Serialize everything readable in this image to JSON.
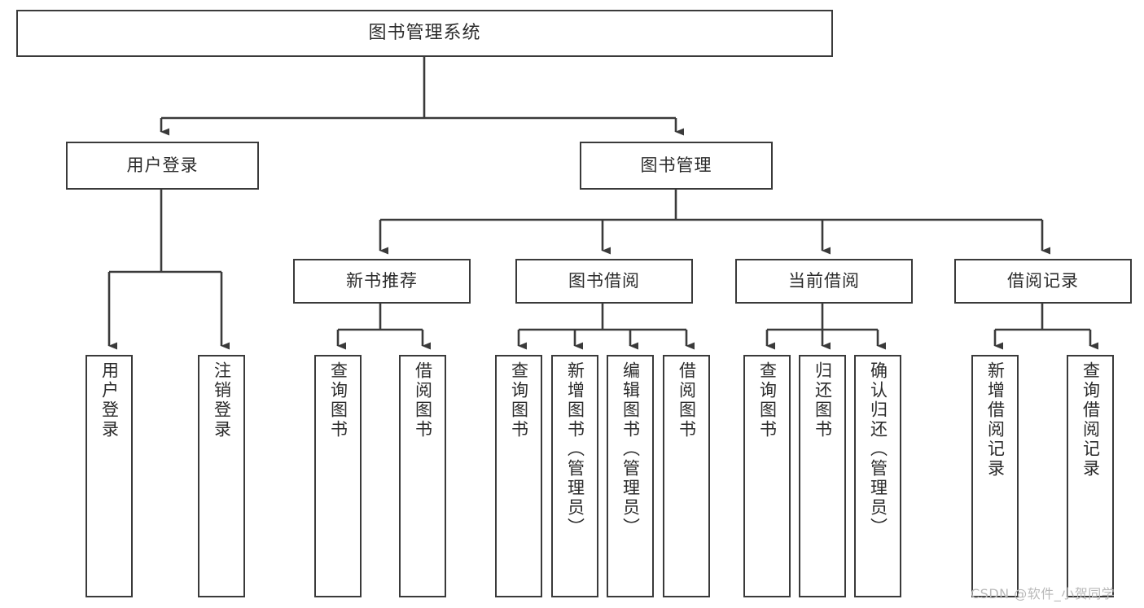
{
  "diagram": {
    "title": "图书管理系统",
    "type": "hierarchy-tree",
    "watermark": "CSDN @软件_小贺同学",
    "colors": {
      "background": "#ffffff",
      "box_border": "#3a3a3a",
      "box_fill": "#ffffff",
      "connector": "#3a3a3a",
      "text": "#2b2b2b",
      "watermark": "#b9b9b9"
    }
  },
  "nodes": {
    "root": {
      "label": "图书管理系统"
    },
    "level1": [
      {
        "label": "用户登录"
      },
      {
        "label": "图书管理"
      }
    ],
    "level2": [
      {
        "label": "新书推荐"
      },
      {
        "label": "图书借阅"
      },
      {
        "label": "当前借阅"
      },
      {
        "label": "借阅记录"
      }
    ],
    "leaves_user_login": [
      {
        "label": "用户登录"
      },
      {
        "label": "注销登录"
      }
    ],
    "leaves_new_book": [
      {
        "label": "查询图书"
      },
      {
        "label": "借阅图书"
      }
    ],
    "leaves_borrow": [
      {
        "label": "查询图书"
      },
      {
        "label": "新增图书（管理员）"
      },
      {
        "label": "编辑图书（管理员）"
      },
      {
        "label": "借阅图书"
      }
    ],
    "leaves_current": [
      {
        "label": "查询图书"
      },
      {
        "label": "归还图书"
      },
      {
        "label": "确认归还（管理员）"
      }
    ],
    "leaves_records": [
      {
        "label": "新增借阅记录"
      },
      {
        "label": "查询借阅记录"
      }
    ]
  }
}
